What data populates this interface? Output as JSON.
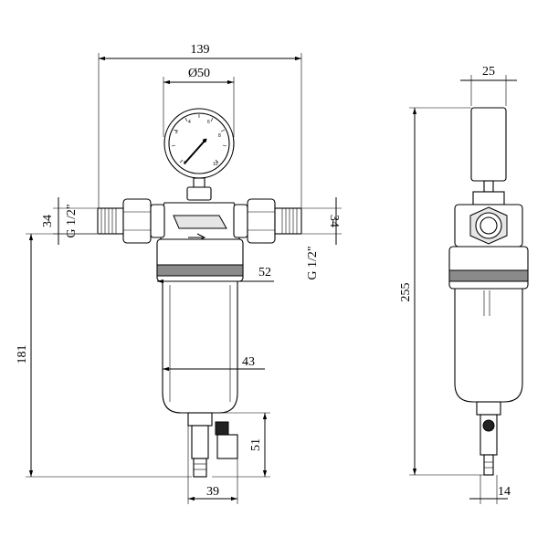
{
  "dimensions": {
    "overall_width": "139",
    "gauge_diameter": "Ø50",
    "left_height": "34",
    "left_thread": "G 1/2\"",
    "right_height": "34",
    "right_thread": "G 1/2\"",
    "head_width": "52",
    "bowl_width": "43",
    "total_height": "181",
    "drain_height": "51",
    "drain_width": "39",
    "side_top_width": "25",
    "side_total_height": "255",
    "side_bottom_width": "14"
  },
  "gauge": {
    "ticks": [
      "0",
      "2",
      "4",
      "6",
      "8",
      "10"
    ]
  }
}
